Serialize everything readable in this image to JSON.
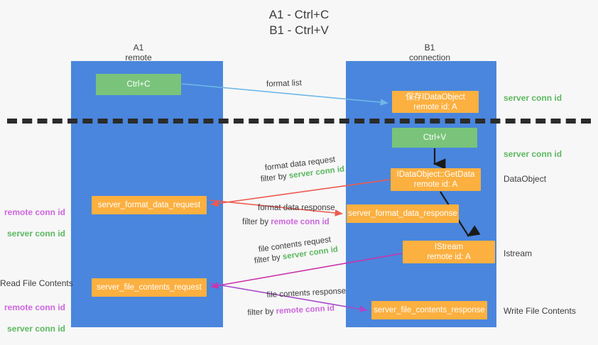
{
  "title": "A1 - Ctrl+C\nB1 - Ctrl+V",
  "columns": {
    "left": "A1\nremote",
    "right": "B1\nconnection"
  },
  "colors": {
    "lane": "#4a86dd",
    "green_box": "#79c47a",
    "orange_box": "#fbb040",
    "server_conn_id": "#5cb860",
    "remote_conn_id": "#cc66dd",
    "divider": "#2b2b2b",
    "arrow_blue": "#6fb7e8",
    "arrow_red": "#ee5a4f",
    "arrow_magenta": "#cc33aa",
    "arrow_purple": "#a64ac9",
    "arrow_black": "#1a1a1a"
  },
  "nodes": {
    "ctrl_c": "Ctrl+C",
    "save_dataobject": "保存IDataObject\nremote id: A",
    "ctrl_v": "Ctrl+V",
    "getdata": "IDataObject::GetData\nremote id: A",
    "istream": "IStream\nremote id: A",
    "server_format_data_request": "server_format_data_request",
    "server_format_data_response": "server_format_data_response",
    "server_file_contents_request": "server_file_contents_request",
    "server_file_contents_response": "server_file_contents_response"
  },
  "side_notes": {
    "server_conn_id_top": "server conn id",
    "server_conn_id_mid": "server conn id",
    "dataobject": "DataObject",
    "istream": "Istream",
    "write_file_contents": "Write File Contents"
  },
  "left_notes": {
    "ids_top": "remote conn id\nserver conn id",
    "read_file_contents": "Read File Contents",
    "ids_bottom": "remote conn id\nserver conn id"
  },
  "edge_labels": {
    "format_list": "format list",
    "format_data_request": "format data request",
    "format_data_request_filter_prefix": "filter by ",
    "format_data_request_filter_kw": "server conn id",
    "format_data_response": "format data response",
    "format_data_response_filter_prefix": "filter by ",
    "format_data_response_filter_kw": "remote conn id",
    "file_contents_request": "file contents request",
    "file_contents_request_filter_prefix": "filter by ",
    "file_contents_request_filter_kw": "server conn id",
    "file_contents_response": "file contents response",
    "file_contents_response_filter_prefix": "filter by ",
    "file_contents_response_filter_kw": "remote conn id"
  }
}
